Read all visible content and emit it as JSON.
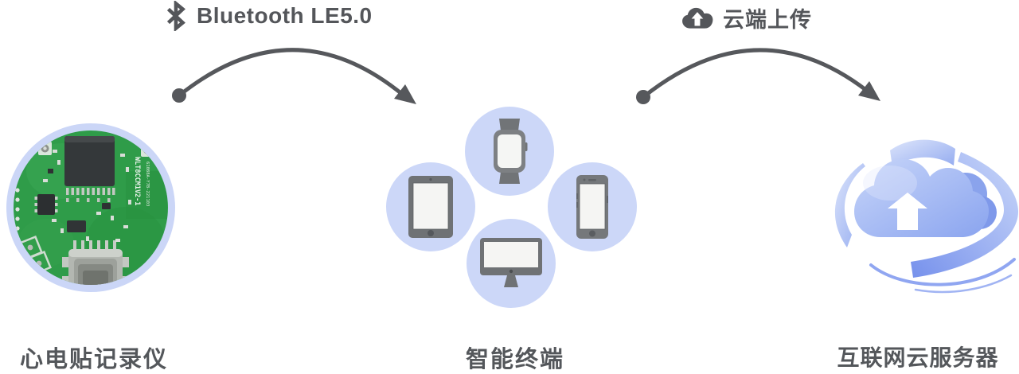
{
  "diagram": {
    "links": [
      {
        "id": "bluetooth-link",
        "label": "Bluetooth LE5.0",
        "icon": "bluetooth-icon"
      },
      {
        "id": "cloud-upload-link",
        "label": "云端上传",
        "icon": "cloud-upload-icon"
      }
    ],
    "nodes": [
      {
        "id": "ecg-recorder",
        "label": "心电贴记录仪",
        "type": "round-pcb-photo",
        "silkscreen_line1": "WLT8CCM1V2-1",
        "silkscreen_line2": "61088A-Y7B-221103"
      },
      {
        "id": "smart-terminal",
        "label": "智能终端",
        "devices": [
          "smartwatch",
          "tablet",
          "smartphone",
          "desktop-monitor"
        ]
      },
      {
        "id": "cloud-server",
        "label": "互联网云服务器",
        "type": "3d-cloud-upload-rings"
      }
    ],
    "colors": {
      "text": "#54575b",
      "arrow": "#56585c",
      "device_circle_bg": "#ccd7f8",
      "device_gray": "#73767a",
      "screen_white": "#f5f6f4",
      "pcb_ring": "#cbd6f7",
      "pcb_green": "#2f9c49",
      "cloud_light": "#c7d5f9",
      "cloud_deep": "#7e99ee"
    }
  }
}
